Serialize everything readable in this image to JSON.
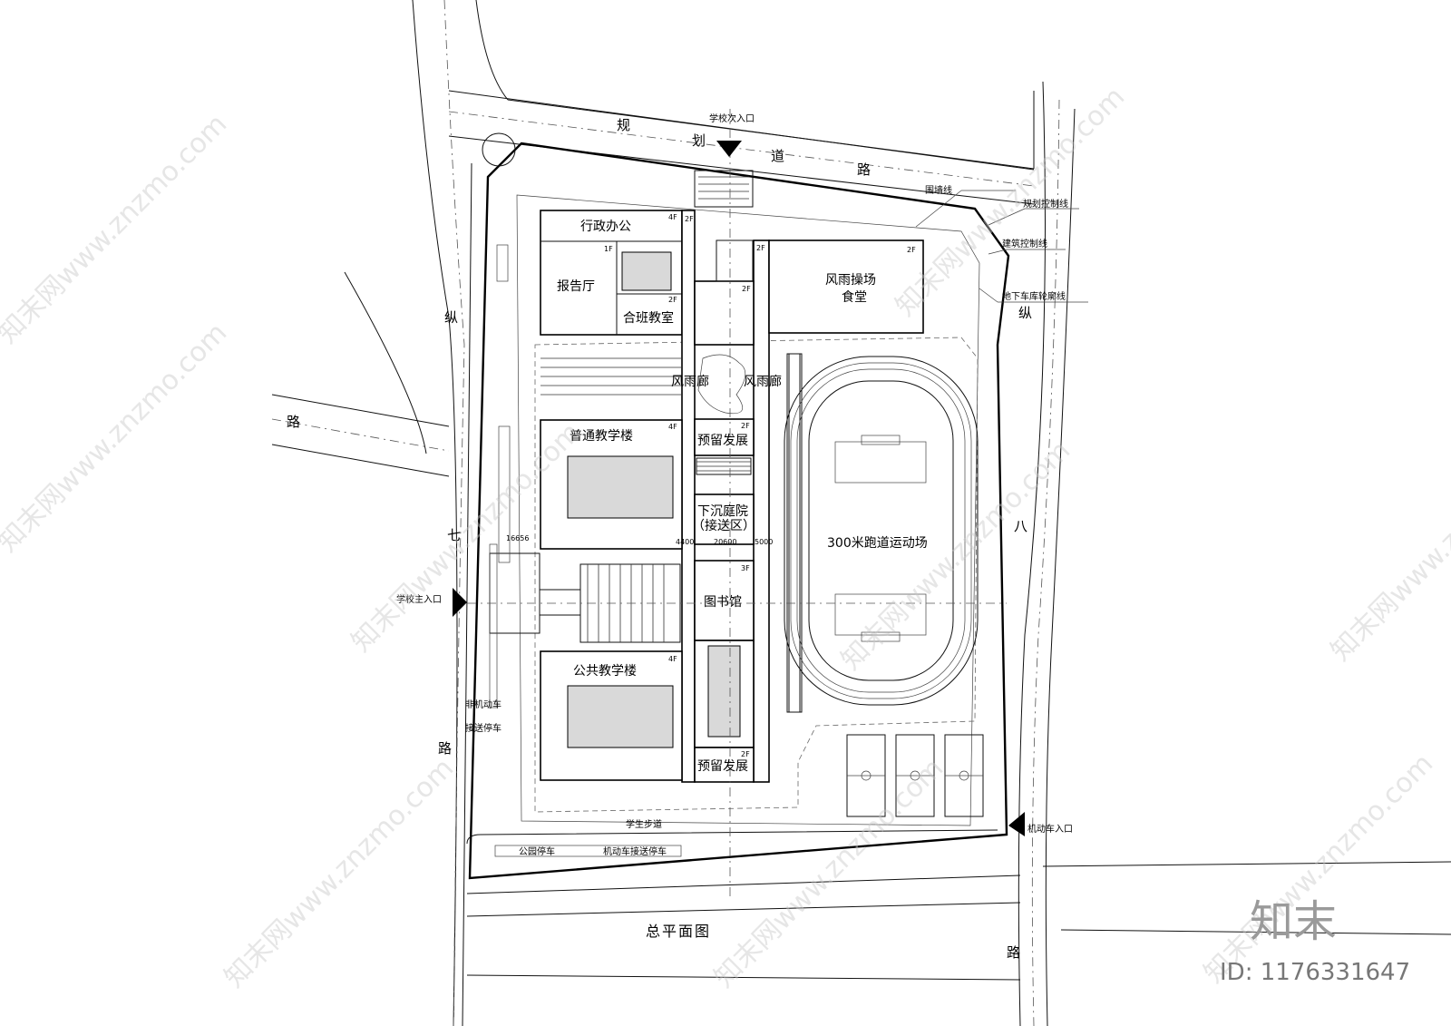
{
  "roads": {
    "north": [
      "规",
      "划",
      "道",
      "路"
    ],
    "west": [
      "纵",
      "七",
      "路"
    ],
    "east": [
      "纵",
      "八",
      "路"
    ],
    "west_upper": "路"
  },
  "entrances": {
    "secondary": "学校次入口",
    "main": "学校主入口",
    "vehicle": "机动车入口"
  },
  "legend_lines": {
    "wall": "围墙线",
    "planning": "规划控制线",
    "building": "建筑控制线",
    "garage": "地下车库轮廓线"
  },
  "buildings": {
    "admin": {
      "name": "行政办公",
      "floors": "4F"
    },
    "auditorium": {
      "name": "报告厅",
      "floors": "1F"
    },
    "combined_class": {
      "name": "合班教室",
      "floors": "2F"
    },
    "gym_canteen": {
      "name_1": "风雨操场",
      "name_2": "食堂",
      "floors": "2F"
    },
    "corridor_left": "风雨廊",
    "corridor_right": "风雨廊",
    "general_teaching": {
      "name": "普通教学楼",
      "floors": "4F"
    },
    "reserve_top": {
      "name": "预留发展",
      "floors": "2F"
    },
    "sunken_court": {
      "name_1": "下沉庭院",
      "name_2": "（接送区）"
    },
    "library": {
      "name": "图书馆",
      "floors": "3F"
    },
    "public_teaching": {
      "name": "公共教学楼",
      "floors": "4F"
    },
    "reserve_bottom": {
      "name": "预留发展",
      "floors": "2F"
    },
    "spine_floors": [
      "2F",
      "2F",
      "2F"
    ]
  },
  "sports": {
    "track": "300米跑道运动场"
  },
  "dimensions": [
    "16656",
    "4400",
    "20600",
    "5000"
  ],
  "parking": {
    "nonmotor_1": "非机动车",
    "nonmotor_2": "接送停车",
    "student_walk": "学生步道",
    "public_parking": "公园停车",
    "motor_dropoff": "机动车接送停车"
  },
  "title": "总平面图",
  "watermark": {
    "brand": "知末",
    "id": "ID: 1176331647",
    "site": "知末网www.znzmo.com"
  }
}
